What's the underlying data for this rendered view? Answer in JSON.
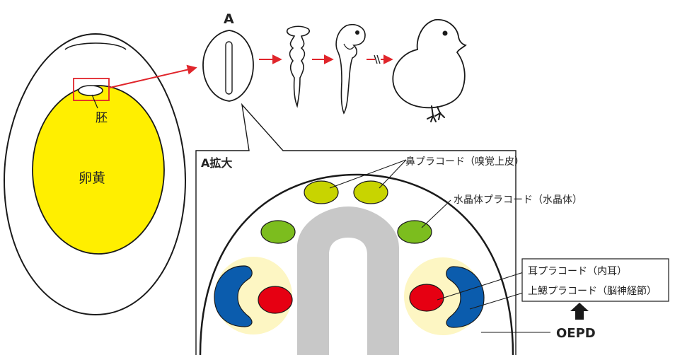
{
  "egg": {
    "embryo_label": "胚",
    "yolk_label": "卵黄"
  },
  "stages": {
    "a_label": "A"
  },
  "zoom": {
    "title": "A拡大",
    "labels": {
      "nasal": "鼻プラコード（嗅覚上皮）",
      "lens": "水晶体プラコード（水晶体）",
      "otic": "耳プラコード（内耳）",
      "epibranchial": "上鰓プラコード（脳神経節）",
      "oepd": "OEPD"
    }
  },
  "colors": {
    "arrow_red": "#e0252b",
    "yolk_yellow": "#ffef00",
    "nasal_green": "#c8d400",
    "lens_green": "#7cbd1e",
    "otic_red": "#e60012",
    "epibranchial_blue": "#0b5cad",
    "oepd_cream": "#fdf6c3",
    "neural_gray": "#c8c8c8"
  }
}
